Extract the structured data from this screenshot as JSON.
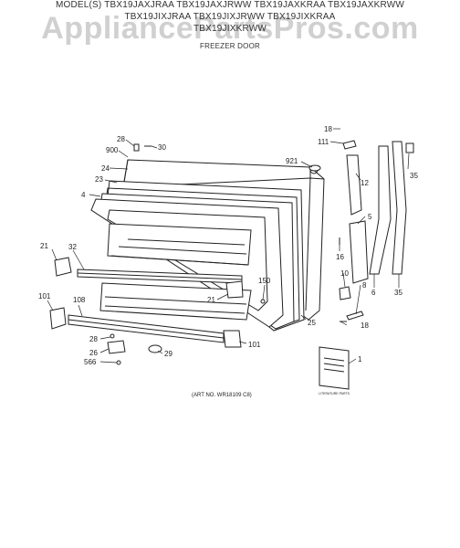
{
  "header": {
    "line1": "MODEL(S) TBX19JAXJRAA  TBX19JAXJRWW  TBX19JAXKRAA  TBX19JAXKRWW",
    "line2": "TBX19JIXJRAA  TBX19JIXJRWW  TBX19JIXKRAA",
    "line3": "TBX19JIXKRWW",
    "subtitle": "FREEZER DOOR"
  },
  "watermark": "AppliancePartsPros.com",
  "art_number": "(ART NO. WR18109 C8)",
  "booklet_text": "LITERATURE PARTS",
  "callouts": {
    "c28a": "28",
    "c30": "30",
    "c900": "900",
    "c24": "24",
    "c23": "23",
    "c4": "4",
    "c921": "921",
    "c18a": "18",
    "c111": "111",
    "c35a": "35",
    "c12": "12",
    "c5": "5",
    "c16": "16",
    "c10": "10",
    "c8": "8",
    "c18b": "18",
    "c6": "6",
    "c35b": "35",
    "c21a": "21",
    "c32": "32",
    "c150": "150",
    "c21b": "21",
    "c25": "25",
    "c101a": "101",
    "c108": "108",
    "c101b": "101",
    "c28b": "28",
    "c26": "26",
    "c566": "566",
    "c29": "29",
    "c1": "1"
  }
}
